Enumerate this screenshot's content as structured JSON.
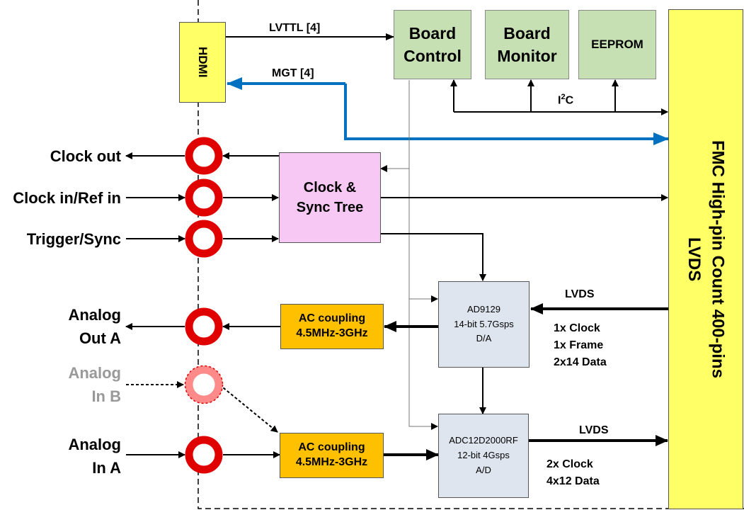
{
  "blocks": {
    "hdmi": "HDMI",
    "board_control": "Board\nControl",
    "board_monitor": "Board\nMonitor",
    "eeprom": "EEPROM",
    "fmc": "FMC High-pin Count 400-pins\nLVDS",
    "clock_sync": "Clock &\nSync Tree",
    "ac_coupling_out": "AC coupling\n4.5MHz-3GHz",
    "ac_coupling_in": "AC coupling\n4.5MHz-3GHz",
    "dac": "AD9129\n14-bit 5.7Gsps\nD/A",
    "adc": "ADC12D2000RF\n12-bit 4Gsps\nA/D"
  },
  "connectors": {
    "clock_out": "Clock out",
    "clock_in": "Clock in/Ref in",
    "trigger": "Trigger/Sync",
    "analog_out_a": "Analog\nOut A",
    "analog_in_b": "Analog\nIn B",
    "analog_in_a": "Analog\nIn A"
  },
  "signals": {
    "lvttl": "LVTTL [4]",
    "mgt": "MGT [4]",
    "i2c_main": "I",
    "i2c_sup": "2",
    "i2c_end": "C",
    "lvds_dac": "LVDS",
    "dac_bus": "1x Clock\n1x Frame\n2x14 Data",
    "lvds_adc": "LVDS",
    "adc_bus": "2x Clock\n4x12 Data"
  },
  "colors": {
    "mgt_line": "#0070c0",
    "connector_ring": "#e00000",
    "connector_dim": "#ff8a8a",
    "green_block": "#c6e0b4",
    "pink_block": "#f8c8f5",
    "orange_block": "#ffc000",
    "grey_block": "#dfe5ee",
    "yellow_block": "#ffff66"
  }
}
